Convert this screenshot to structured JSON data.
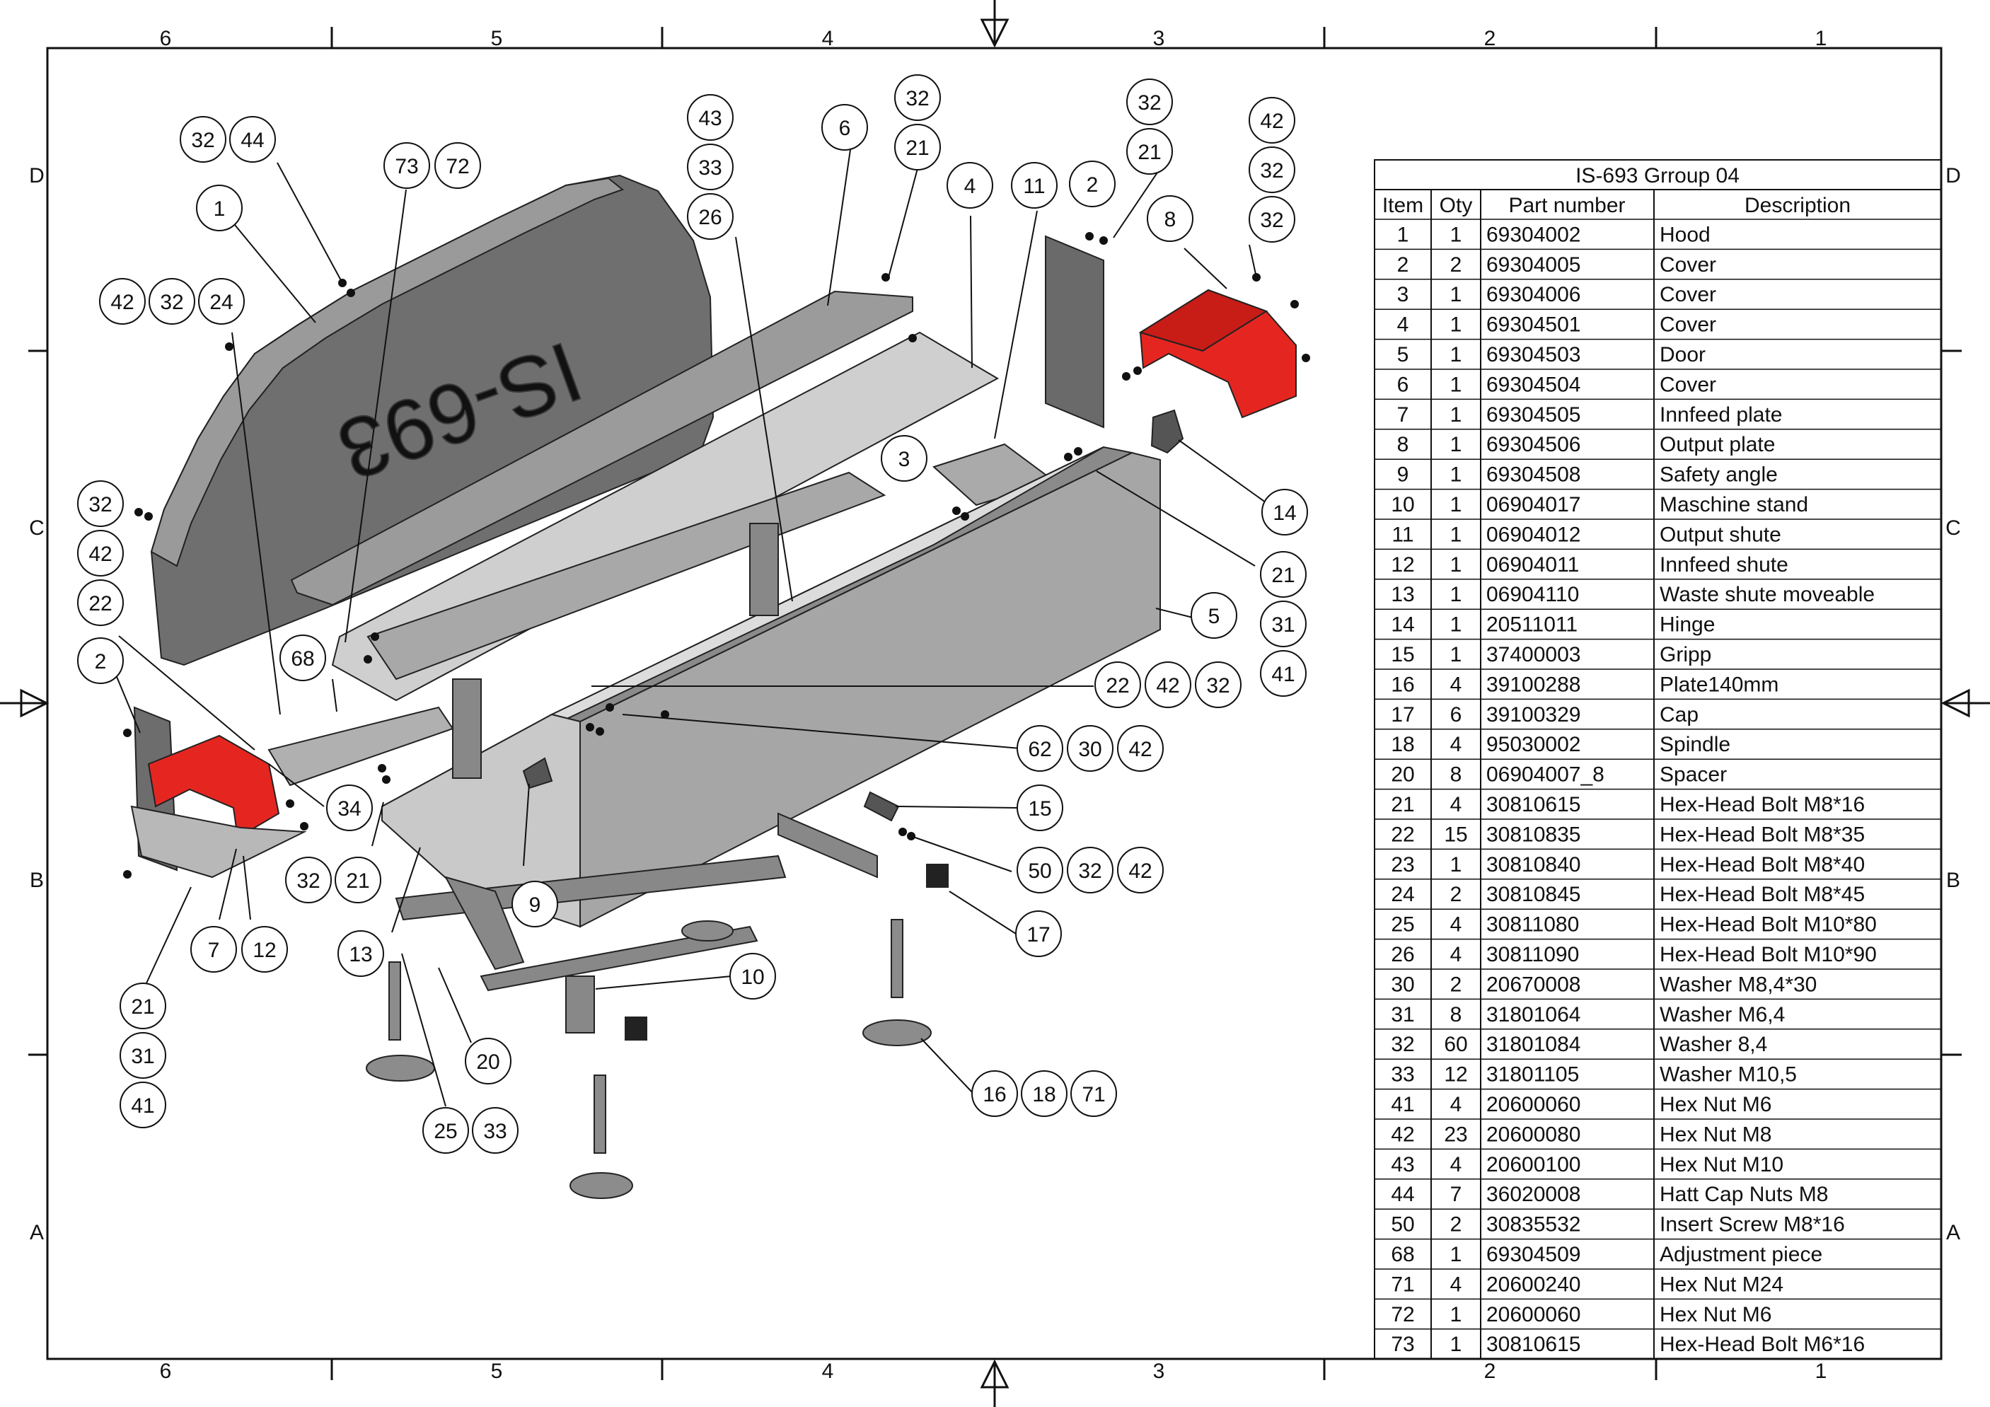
{
  "frame": {
    "top_zone_numbers": [
      "6",
      "5",
      "4",
      "3",
      "2",
      "1"
    ],
    "bottom_zone_numbers": [
      "6",
      "5",
      "4",
      "3",
      "2",
      "1"
    ],
    "left_zone_letters": [
      "D",
      "C",
      "B",
      "A"
    ],
    "right_zone_letters": [
      "D",
      "C",
      "B",
      "A"
    ]
  },
  "drawing": {
    "hood_engraving": "IS-693"
  },
  "bom": {
    "title": "IS-693 Grroup 04",
    "headers": [
      "Item",
      "Oty",
      "Part number",
      "Description"
    ],
    "rows": [
      [
        "1",
        "1",
        "69304002",
        "Hood"
      ],
      [
        "2",
        "2",
        "69304005",
        "Cover"
      ],
      [
        "3",
        "1",
        "69304006",
        "Cover"
      ],
      [
        "4",
        "1",
        "69304501",
        "Cover"
      ],
      [
        "5",
        "1",
        "69304503",
        "Door"
      ],
      [
        "6",
        "1",
        "69304504",
        "Cover"
      ],
      [
        "7",
        "1",
        "69304505",
        "Innfeed plate"
      ],
      [
        "8",
        "1",
        "69304506",
        "Output plate"
      ],
      [
        "9",
        "1",
        "69304508",
        "Safety angle"
      ],
      [
        "10",
        "1",
        "06904017",
        "Maschine stand"
      ],
      [
        "11",
        "1",
        "06904012",
        "Output shute"
      ],
      [
        "12",
        "1",
        "06904011",
        "Innfeed shute"
      ],
      [
        "13",
        "1",
        "06904110",
        "Waste shute moveable"
      ],
      [
        "14",
        "1",
        "20511011",
        "Hinge"
      ],
      [
        "15",
        "1",
        "37400003",
        "Gripp"
      ],
      [
        "16",
        "4",
        "39100288",
        "Plate140mm"
      ],
      [
        "17",
        "6",
        "39100329",
        "Cap"
      ],
      [
        "18",
        "4",
        "95030002",
        "Spindle"
      ],
      [
        "20",
        "8",
        "06904007_8",
        "Spacer"
      ],
      [
        "21",
        "4",
        "30810615",
        "Hex-Head Bolt M8*16"
      ],
      [
        "22",
        "15",
        "30810835",
        "Hex-Head Bolt M8*35"
      ],
      [
        "23",
        "1",
        "30810840",
        "Hex-Head Bolt M8*40"
      ],
      [
        "24",
        "2",
        "30810845",
        "Hex-Head Bolt M8*45"
      ],
      [
        "25",
        "4",
        "30811080",
        "Hex-Head Bolt M10*80"
      ],
      [
        "26",
        "4",
        "30811090",
        "Hex-Head Bolt M10*90"
      ],
      [
        "30",
        "2",
        "20670008",
        "Washer M8,4*30"
      ],
      [
        "31",
        "8",
        "31801064",
        "Washer M6,4"
      ],
      [
        "32",
        "60",
        "31801084",
        "Washer 8,4"
      ],
      [
        "33",
        "12",
        "31801105",
        "Washer M10,5"
      ],
      [
        "41",
        "4",
        "20600060",
        "Hex Nut M6"
      ],
      [
        "42",
        "23",
        "20600080",
        "Hex Nut M8"
      ],
      [
        "43",
        "4",
        "20600100",
        "Hex Nut M10"
      ],
      [
        "44",
        "7",
        "36020008",
        "Hatt Cap Nuts M8"
      ],
      [
        "50",
        "2",
        "30835532",
        "Insert Screw M8*16"
      ],
      [
        "68",
        "1",
        "69304509",
        "Adjustment piece"
      ],
      [
        "71",
        "4",
        "20600240",
        "Hex Nut M24"
      ],
      [
        "72",
        "1",
        "20600060",
        "Hex Nut M6"
      ],
      [
        "73",
        "1",
        "30810615",
        "Hex-Head Bolt M6*16"
      ]
    ]
  },
  "balloons": [
    {
      "id": "b-1",
      "label": "1"
    },
    {
      "id": "b-32a",
      "label": "32"
    },
    {
      "id": "b-44",
      "label": "44"
    },
    {
      "id": "b-73",
      "label": "73"
    },
    {
      "id": "b-72",
      "label": "72"
    },
    {
      "id": "b-42a",
      "label": "42"
    },
    {
      "id": "b-32b",
      "label": "32"
    },
    {
      "id": "b-24",
      "label": "24"
    },
    {
      "id": "b-43",
      "label": "43"
    },
    {
      "id": "b-33a",
      "label": "33"
    },
    {
      "id": "b-26",
      "label": "26"
    },
    {
      "id": "b-6",
      "label": "6"
    },
    {
      "id": "b-32c",
      "label": "32"
    },
    {
      "id": "b-21a",
      "label": "21"
    },
    {
      "id": "b-4",
      "label": "4"
    },
    {
      "id": "b-11",
      "label": "11"
    },
    {
      "id": "b-2a",
      "label": "2"
    },
    {
      "id": "b-32d",
      "label": "32"
    },
    {
      "id": "b-21b",
      "label": "21"
    },
    {
      "id": "b-8",
      "label": "8"
    },
    {
      "id": "b-42b",
      "label": "42"
    },
    {
      "id": "b-32e",
      "label": "32"
    },
    {
      "id": "b-32f",
      "label": "32"
    },
    {
      "id": "b-3",
      "label": "3"
    },
    {
      "id": "b-14",
      "label": "14"
    },
    {
      "id": "b-21c",
      "label": "21"
    },
    {
      "id": "b-31a",
      "label": "31"
    },
    {
      "id": "b-41a",
      "label": "41"
    },
    {
      "id": "b-5",
      "label": "5"
    },
    {
      "id": "b-32g",
      "label": "32"
    },
    {
      "id": "b-42c",
      "label": "42"
    },
    {
      "id": "b-22a",
      "label": "22"
    },
    {
      "id": "b-2b",
      "label": "2"
    },
    {
      "id": "b-68",
      "label": "68"
    },
    {
      "id": "b-22b",
      "label": "22"
    },
    {
      "id": "b-42d",
      "label": "42"
    },
    {
      "id": "b-32h",
      "label": "32"
    },
    {
      "id": "b-62",
      "label": "62"
    },
    {
      "id": "b-30",
      "label": "30"
    },
    {
      "id": "b-42e",
      "label": "42"
    },
    {
      "id": "b-34",
      "label": "34"
    },
    {
      "id": "b-15",
      "label": "15"
    },
    {
      "id": "b-32i",
      "label": "32"
    },
    {
      "id": "b-21d",
      "label": "21"
    },
    {
      "id": "b-50",
      "label": "50"
    },
    {
      "id": "b-32j",
      "label": "32"
    },
    {
      "id": "b-42f",
      "label": "42"
    },
    {
      "id": "b-9",
      "label": "9"
    },
    {
      "id": "b-17",
      "label": "17"
    },
    {
      "id": "b-7",
      "label": "7"
    },
    {
      "id": "b-12",
      "label": "12"
    },
    {
      "id": "b-13",
      "label": "13"
    },
    {
      "id": "b-10",
      "label": "10"
    },
    {
      "id": "b-21e",
      "label": "21"
    },
    {
      "id": "b-20",
      "label": "20"
    },
    {
      "id": "b-31b",
      "label": "31"
    },
    {
      "id": "b-16",
      "label": "16"
    },
    {
      "id": "b-18",
      "label": "18"
    },
    {
      "id": "b-71",
      "label": "71"
    },
    {
      "id": "b-41b",
      "label": "41"
    },
    {
      "id": "b-25",
      "label": "25"
    },
    {
      "id": "b-33b",
      "label": "33"
    }
  ]
}
